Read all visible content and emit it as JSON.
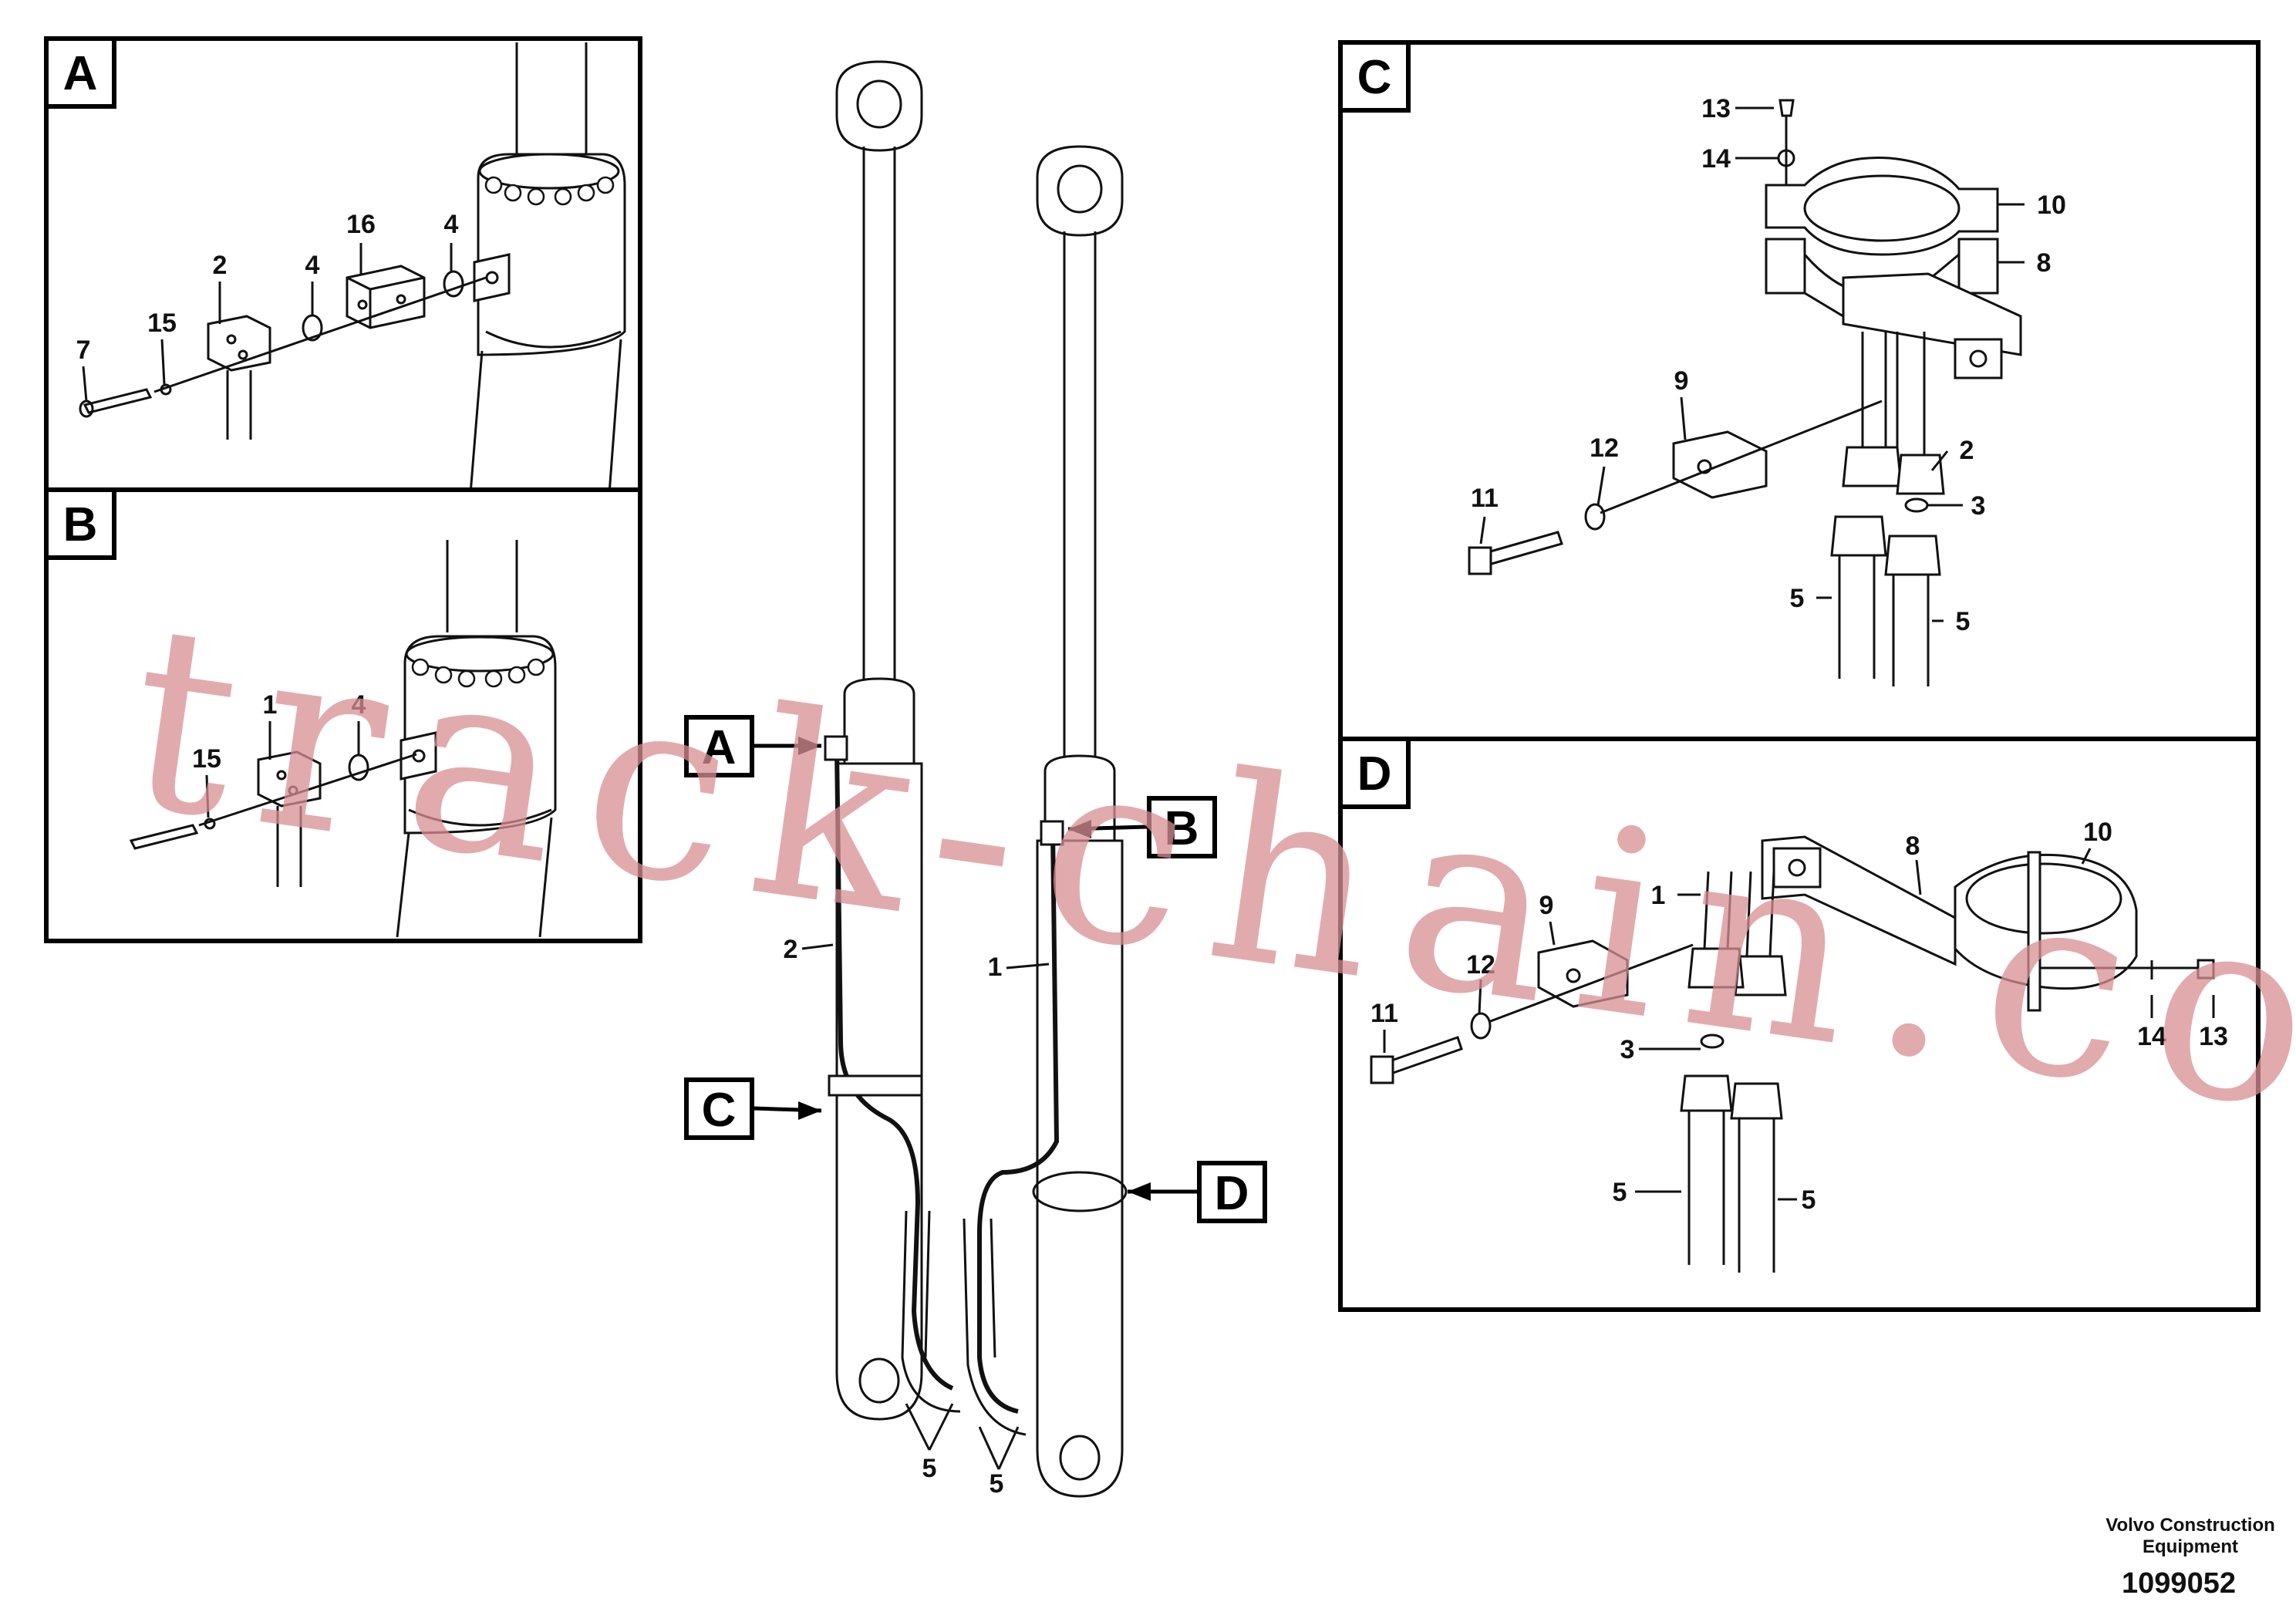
{
  "panels": {
    "A": {
      "tag": "A",
      "callouts": [
        "2",
        "4",
        "16",
        "4",
        "7",
        "15"
      ]
    },
    "B": {
      "tag": "B",
      "callouts": [
        "1",
        "4",
        "15"
      ]
    },
    "C": {
      "tag": "C",
      "callouts": [
        "13",
        "14",
        "10",
        "8",
        "9",
        "12",
        "2",
        "11",
        "3",
        "5",
        "5"
      ]
    },
    "D": {
      "tag": "D",
      "callouts": [
        "8",
        "10",
        "9",
        "1",
        "12",
        "11",
        "14",
        "13",
        "3",
        "5",
        "5"
      ]
    }
  },
  "main": {
    "tags": [
      "A",
      "B",
      "C",
      "D"
    ],
    "callouts": [
      "2",
      "1",
      "5",
      "5"
    ]
  },
  "footer": {
    "company_line1": "Volvo Construction",
    "company_line2": "Equipment",
    "drawing_number": "1099052"
  },
  "watermark": "track-chain.com"
}
